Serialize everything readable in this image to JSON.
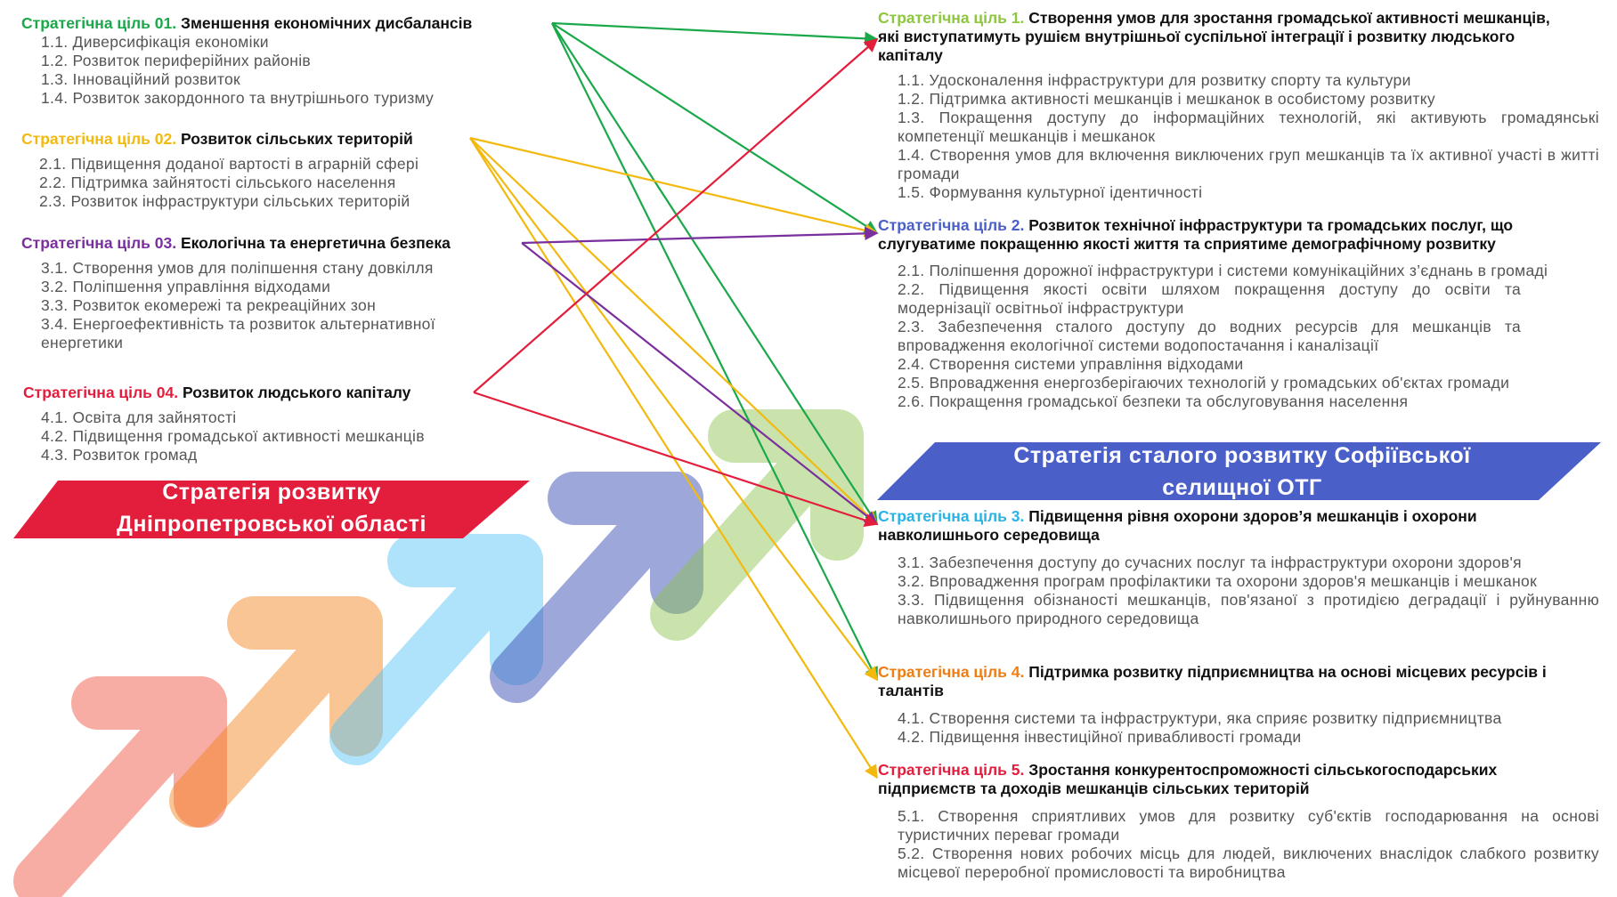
{
  "colors": {
    "green": "#1aa84a",
    "yellow": "#f2b90f",
    "purple": "#7a2f9e",
    "red": "#e31e3c",
    "cyan": "#29b3e6",
    "orange": "#f07d12",
    "blue": "#4a5fc8",
    "title": "#111111",
    "item": "#555555"
  },
  "left_strategy": {
    "banner": [
      "Стратегія розвитку",
      "Дніпропетровської області"
    ],
    "goals": [
      {
        "prefix": "Стратегічна ціль 01.",
        "title": "Зменшення економічних дисбалансів",
        "color": "green",
        "items": [
          "1.1. Диверсифікація економіки",
          "1.2. Розвиток периферійних районів",
          "1.3. Інноваційний розвиток",
          "1.4. Розвиток закордонного та внутрішнього туризму"
        ]
      },
      {
        "prefix": "Стратегічна ціль 02.",
        "title": "Розвиток сільських територій",
        "color": "yellow",
        "items": [
          "2.1. Підвищення доданої вартості в аграрній сфері",
          "2.2. Підтримка зайнятості сільського населення",
          "2.3. Розвиток інфраструктури сільських територій"
        ]
      },
      {
        "prefix": "Стратегічна ціль 03.",
        "title": "Екологічна та енергетична безпека",
        "color": "purple",
        "items": [
          "3.1. Створення умов для поліпшення стану довкілля",
          "3.2. Поліпшення управління відходами",
          "3.3. Розвиток екомережі та рекреаційних зон",
          "3.4. Енергоефективність та розвиток альтернативної",
          "енергетики"
        ]
      },
      {
        "prefix": "Стратегічна ціль 04.",
        "title": "Розвиток людського капіталу",
        "color": "red",
        "items": [
          "4.1. Освіта для зайнятості",
          "4.2. Підвищення громадської активності мешканців",
          "4.3. Розвиток громад"
        ]
      }
    ]
  },
  "right_strategy": {
    "banner": [
      "Стратегія сталого розвитку Софіївської",
      "селищної ОТГ"
    ],
    "goals": [
      {
        "prefix": "Стратегічна ціль 1.",
        "title": "Створення умов для зростання громадської активності мешканців, які виступатимуть рушієм внутрішньої суспільної інтеграції і розвитку людського капіталу",
        "color": "green",
        "items": [
          "1.1. Удосконалення інфраструктури для розвитку спорту та культури",
          "1.2. Підтримка активності мешканців і мешканок в особистому розвитку",
          "1.3. Покращення доступу до інформаційних технологій, які активують громадянські компетенції мешканців і мешканок",
          "1.4. Створення умов для включення виключених груп мешканців та їх активної участі в житті громади",
          "1.5. Формування культурної ідентичності"
        ]
      },
      {
        "prefix": "Стратегічна ціль 2.",
        "title": "Розвиток технічної інфраструктури та громадських послуг, що слугуватиме покращенню якості життя та сприятиме демографічному розвитку",
        "color": "blue",
        "items": [
          "2.1. Поліпшення дорожної інфраструктури і системи комунікаційних з’єднань в громаді",
          "2.2. Підвищення якості освіти шляхом покращення доступу до освіти та модернізації освітньої інфраструктури",
          "2.3. Забезпечення сталого доступу до водних ресурсів для мешканців та впровадження екологічної системи водопостачання і каналізації",
          "2.4. Створення системи управління відходами",
          "2.5. Впровадження енергозберігаючих технологій у громадських об'єктах громади",
          "2.6. Покращення громадської безпеки та обслуговування населення"
        ]
      },
      {
        "prefix": "Стратегічна ціль 3.",
        "title": "Підвищення рівня охорони здоров’я мешканців і охорони навколишнього середовища",
        "color": "cyan",
        "items": [
          "3.1. Забезпечення доступу до сучасних послуг та інфраструктури охорони здоров'я",
          "3.2. Впровадження програм профілактики та охорони здоров'я мешканців і мешканок",
          "3.3. Підвищення обізнаності мешканців, пов'язаної з протидією деградації і руйнуванню навколишнього природного середовища"
        ]
      },
      {
        "prefix": "Стратегічна ціль 4.",
        "title": "Підтримка розвитку підприємництва на основі місцевих ресурсів і талантів",
        "color": "orange",
        "items": [
          "4.1. Створення системи та інфраструктури, яка сприяє розвитку підприємництва",
          "4.2. Підвищення інвестиційної привабливості громади"
        ]
      },
      {
        "prefix": "Стратегічна ціль 5.",
        "title": "Зростання конкурентоспроможності сільськогосподарських підприємств та доходів мешканців сільських територій",
        "color": "red",
        "items": [
          "5.1. Створення сприятливих умов для розвитку суб'єктів господарювання на основі туристичних переваг громади",
          "5.2. Створення нових робочих місць для людей, виключених внаслідок слабкого розвитку місцевої переробної промисловості та виробництва"
        ]
      }
    ]
  },
  "links": [
    {
      "from": 1,
      "to": [
        1,
        2,
        3,
        4
      ],
      "color": "green"
    },
    {
      "from": 2,
      "to": [
        2,
        3,
        4,
        5
      ],
      "color": "yellow"
    },
    {
      "from": 3,
      "to": [
        2,
        3
      ],
      "color": "purple"
    },
    {
      "from": 4,
      "to": [
        1,
        3
      ],
      "color": "red"
    }
  ]
}
